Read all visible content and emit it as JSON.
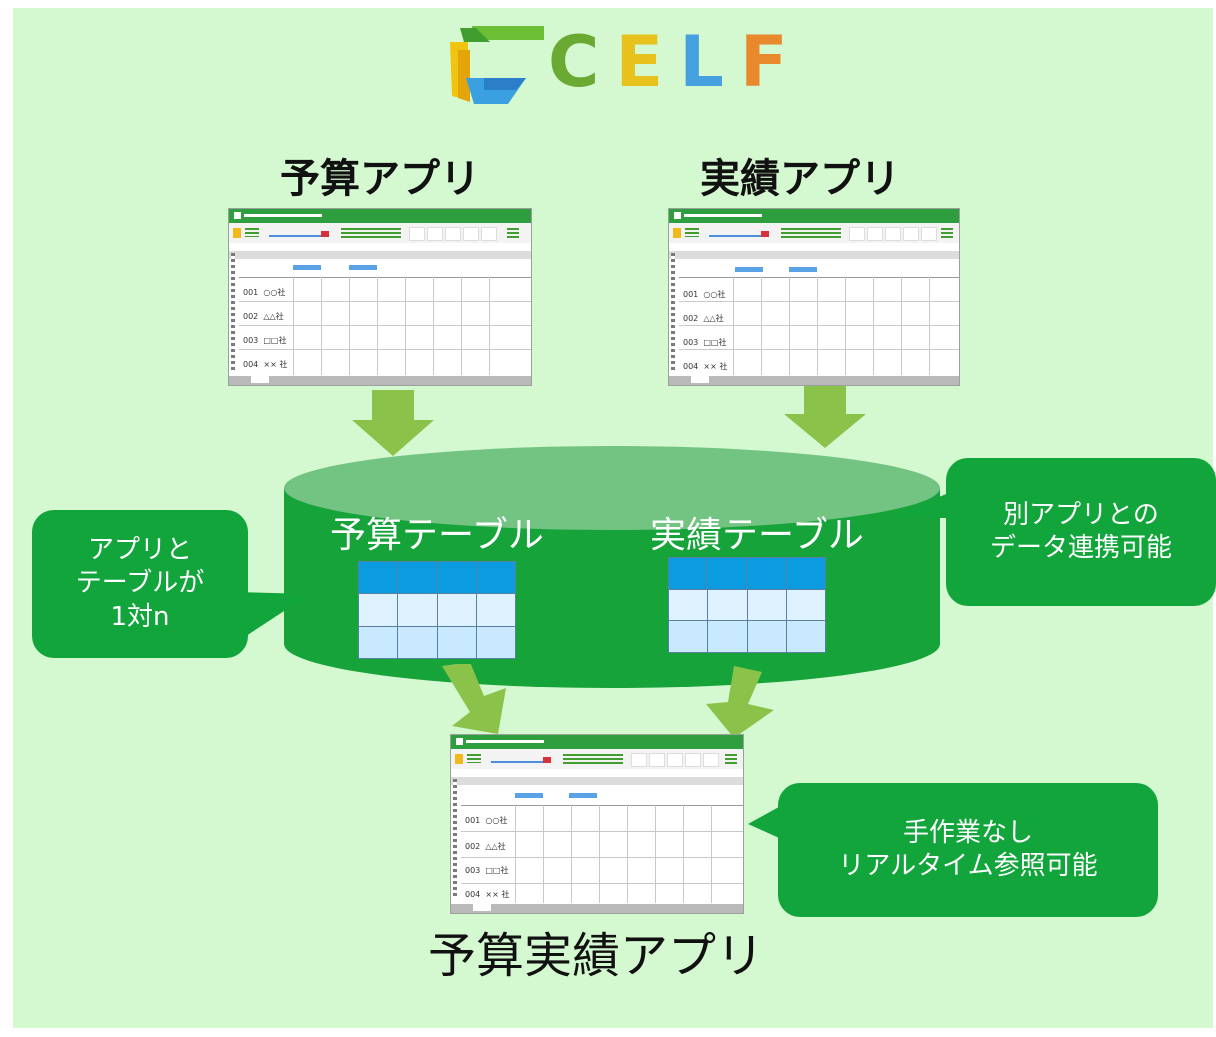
{
  "logo": {
    "letters": [
      "C",
      "E",
      "L",
      "F"
    ],
    "letter_colors": [
      "#6aaa32",
      "#e8c21c",
      "#44a0de",
      "#e8892c"
    ]
  },
  "sources": {
    "budget_app_title": "予算アプリ",
    "actual_app_title": "実績アプリ"
  },
  "database": {
    "budget_table_label": "予算テーブル",
    "actual_table_label": "実績テーブル"
  },
  "result": {
    "title": "予算実績アプリ"
  },
  "callouts": {
    "left": "アプリと\nテーブルが\n1対n",
    "right": "別アプリとの\nデータ連携可能",
    "bottom": "手作業なし\nリアルタイム参照可能"
  },
  "app_rows": [
    {
      "code": "001",
      "name": "○○社"
    },
    {
      "code": "002",
      "name": "△△社"
    },
    {
      "code": "003",
      "name": "□□社"
    },
    {
      "code": "004",
      "name": "×× 社"
    }
  ],
  "colors": {
    "accent_green": "#12a53c",
    "arrow_green": "#8bc34a",
    "background": "#d4f8d0",
    "table_header": "#0a9be0"
  }
}
